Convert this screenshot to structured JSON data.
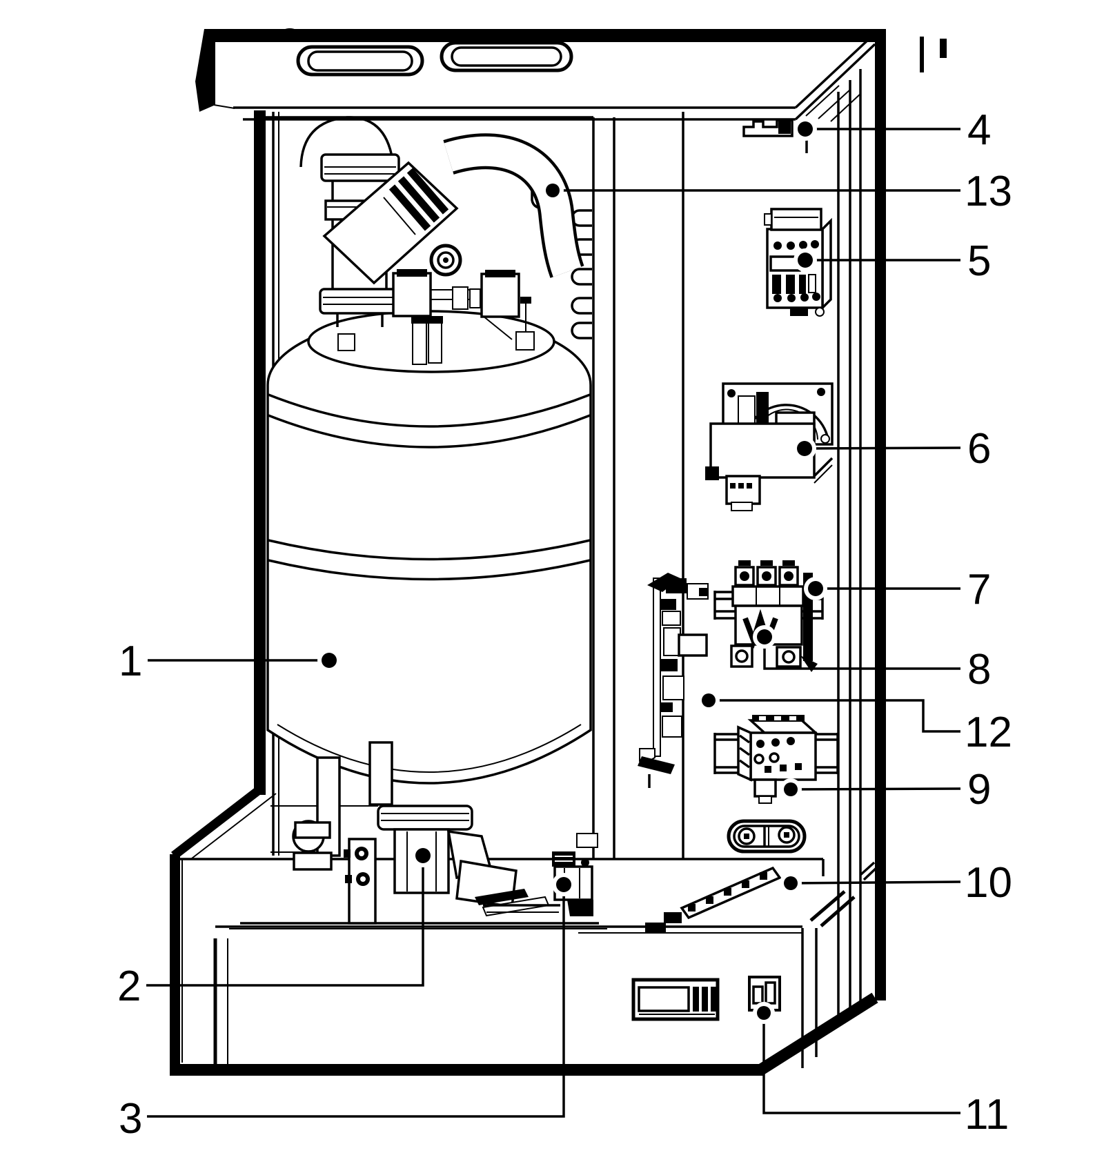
{
  "figure": {
    "kind": "technical-line-diagram",
    "description_visible_text_only": true,
    "colors": {
      "line": "#000000",
      "background": "#ffffff"
    },
    "labels": {
      "l1": "1",
      "l2": "2",
      "l3": "3",
      "l4": "4",
      "l5": "5",
      "l6": "6",
      "l7": "7",
      "l8": "8",
      "l9": "9",
      "l10": "10",
      "l11": "11",
      "l12": "12",
      "l13": "13"
    }
  }
}
